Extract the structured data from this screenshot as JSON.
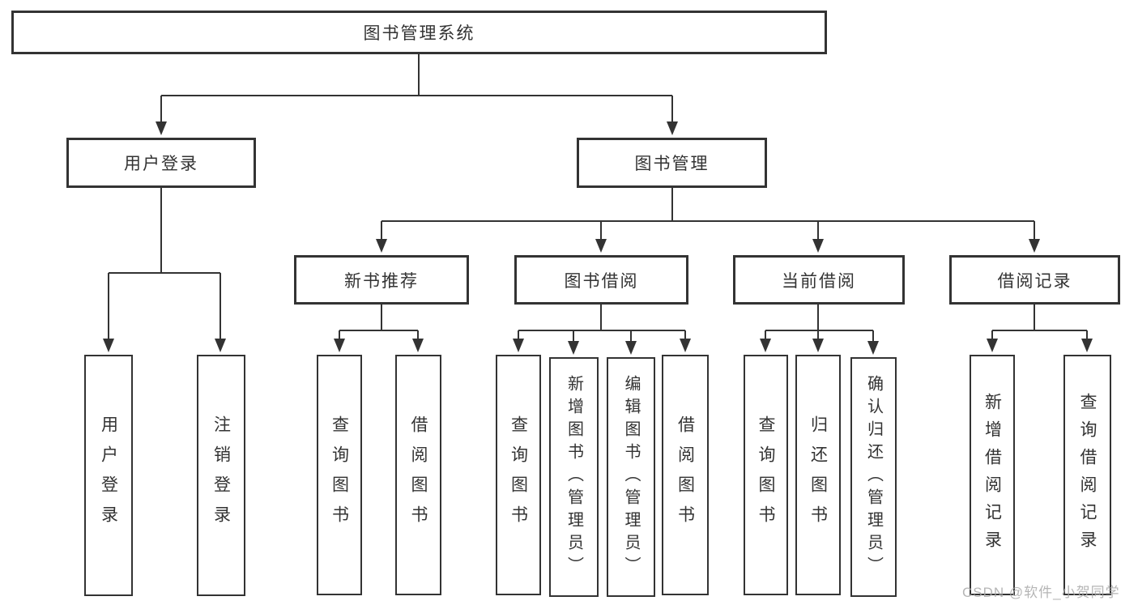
{
  "diagram": {
    "root": {
      "label": "图书管理系统"
    },
    "branches": [
      {
        "label": "用户登录",
        "children": [
          {
            "label": "用户登录"
          },
          {
            "label": "注销登录"
          }
        ]
      },
      {
        "label": "图书管理",
        "groups": [
          {
            "label": "新书推荐",
            "children": [
              {
                "label": "查询图书"
              },
              {
                "label": "借阅图书"
              }
            ]
          },
          {
            "label": "图书借阅",
            "children": [
              {
                "label": "查询图书"
              },
              {
                "label": "新增图书（管理员）"
              },
              {
                "label": "编辑图书（管理员）"
              },
              {
                "label": "借阅图书"
              }
            ]
          },
          {
            "label": "当前借阅",
            "children": [
              {
                "label": "查询图书"
              },
              {
                "label": "归还图书"
              },
              {
                "label": "确认归还（管理员）"
              }
            ]
          },
          {
            "label": "借阅记录",
            "children": [
              {
                "label": "新增借阅记录"
              },
              {
                "label": "查询借阅记录"
              }
            ]
          }
        ]
      }
    ]
  },
  "watermark": {
    "text": "CSDN @软件_小贺同学"
  },
  "colors": {
    "line": "#333333",
    "text": "#333333",
    "box_fill": "#ffffff",
    "watermark": "#a9a9a9",
    "background": "#ffffff"
  }
}
